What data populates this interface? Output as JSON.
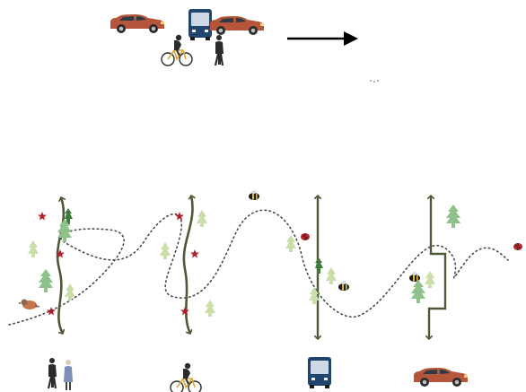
{
  "diagram": {
    "description_text": "",
    "colors": {
      "background": "#ffffff",
      "corridor": "#4d5a36",
      "arrow": "#000000",
      "dotted_path": "#4a4a4a",
      "car_body": "#b5553a",
      "car_window": "#2f3b44",
      "bus_body": "#22456f",
      "bus_window": "#cfd9e6",
      "tree_light": "#c9dea9",
      "tree_mid": "#8fc18b",
      "tree_dark": "#3f7a3d",
      "star": "#b01e2c",
      "ladybug": "#c0272d",
      "bee": "#1b1b1b",
      "bee_stripe": "#e1b83a",
      "bird": "#c4774a",
      "person": "#2b2b2b"
    },
    "top_legend": {
      "icons": [
        "car-icon",
        "bus-icon",
        "car-icon",
        "cyclist-icon",
        "pedestrian-icon"
      ],
      "arrow_icon": "right-arrow-icon"
    },
    "columns": [
      {
        "id": "pedestrian",
        "corridor": "wavy-double-arrow",
        "icons": [
          "pedestrian-icon",
          "pedestrian-elderly-icon"
        ]
      },
      {
        "id": "cyclist",
        "corridor": "wavy-double-arrow",
        "icons": [
          "cyclist-icon"
        ]
      },
      {
        "id": "bus",
        "corridor": "straight-double-arrow",
        "icons": [
          "bus-icon"
        ]
      },
      {
        "id": "car",
        "corridor": "stepped-double-arrow",
        "icons": [
          "car-icon"
        ]
      }
    ],
    "wildlife_icons": [
      "tree-icon",
      "star-icon",
      "ladybug-icon",
      "bee-icon",
      "bird-icon"
    ]
  }
}
